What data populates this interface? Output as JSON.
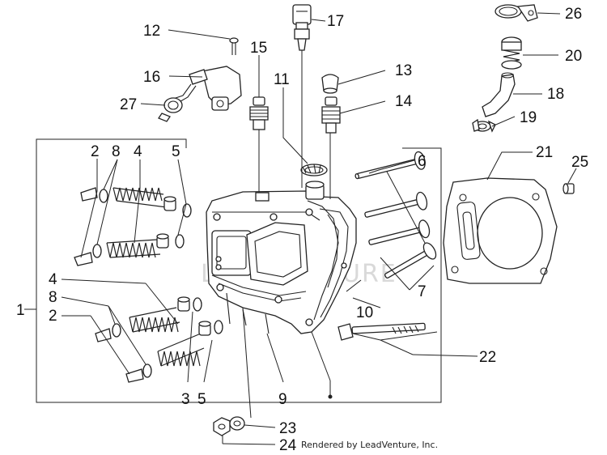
{
  "diagram": {
    "part_numbers": [
      "1",
      "2",
      "2",
      "3",
      "4",
      "4",
      "5",
      "5",
      "6",
      "7",
      "8",
      "8",
      "9",
      "10",
      "11",
      "12",
      "13",
      "14",
      "15",
      "16",
      "17",
      "18",
      "19",
      "20",
      "21",
      "22",
      "23",
      "24",
      "25",
      "26",
      "27"
    ],
    "watermark": "LEADVENTURE",
    "credit": "Rendered by LeadVenture, Inc."
  }
}
